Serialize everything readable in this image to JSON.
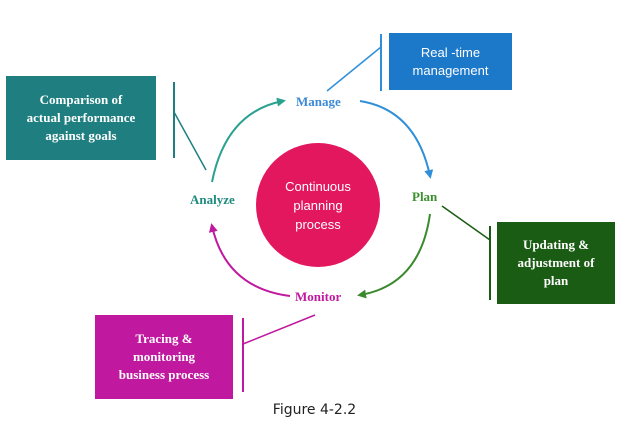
{
  "center": {
    "text": "Continuous\nplanning\nprocess",
    "color": "#e3175e"
  },
  "stages": {
    "manage": "Manage",
    "plan": "Plan",
    "monitor": "Monitor",
    "analyze": "Analyze"
  },
  "boxes": {
    "realtime": "Real -time\nmanagement",
    "comparison": "Comparison of\nactual performance\nagainst goals",
    "updating": "Updating &\nadjustment of\nplan",
    "tracing": "Tracing &\nmonitoring\nbusiness process"
  },
  "caption": "Figure 4-2.2",
  "colors": {
    "manage_blue": "#1c78c9",
    "analyze_teal": "#1f7f80",
    "plan_green": "#1a5c13",
    "monitor_magenta": "#c0199f"
  }
}
